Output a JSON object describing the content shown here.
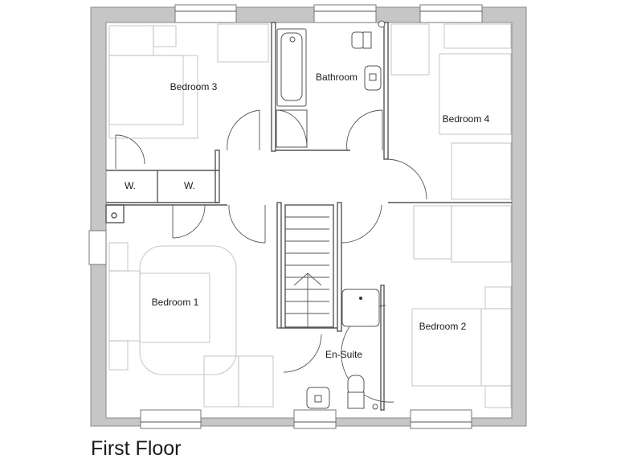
{
  "plan": {
    "title": "First Floor",
    "rooms": {
      "bedroom3": "Bedroom 3",
      "bathroom": "Bathroom",
      "bedroom4": "Bedroom 4",
      "wardrobe1": "W.",
      "wardrobe2": "W.",
      "bedroom1": "Bedroom 1",
      "ensuite": "En-Suite",
      "bedroom2": "Bedroom 2"
    },
    "colors": {
      "wall_fill": "#c6c6c6",
      "wall_line": "#8a8a8a",
      "line": "#555555",
      "furniture": "#b8b8b8",
      "background": "#ffffff"
    }
  }
}
